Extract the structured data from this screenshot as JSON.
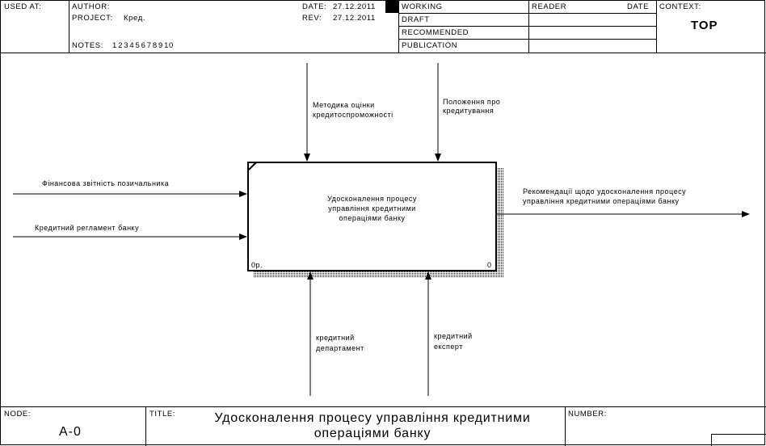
{
  "header": {
    "used_at_label": "USED AT:",
    "author_label": "AUTHOR:",
    "project_label": "PROJECT:",
    "project_value": "Кред.",
    "notes_label": "NOTES:",
    "notes_numbers": "1  2  3  4  5  6  7  8  9  10",
    "date_label": "DATE:",
    "date_value": "27.12.2011",
    "rev_label": "REV:",
    "rev_value": "27.12.2011",
    "status": [
      "WORKING",
      "DRAFT",
      "RECOMMENDED",
      "PUBLICATION"
    ],
    "reader_label": "READER",
    "reader_date_label": "DATE",
    "context_label": "CONTEXT:",
    "context_value": "TOP"
  },
  "activity": {
    "name_lines": [
      "Удосконалення процесу",
      "управління кредитними",
      "операціями банку"
    ],
    "cost": "0р.",
    "number": "0"
  },
  "arrows": {
    "inputs": [
      "Фінансова звітність позичальника",
      "Кредитний регламент банку"
    ],
    "controls": [
      [
        "Методика оцінки",
        "кредитоспроможності"
      ],
      [
        "Положення про",
        "кредитування"
      ]
    ],
    "output": [
      "Рекомендації щодо удосконалення процесу",
      "управління кредитними операціями банку"
    ],
    "mechanisms": [
      [
        "кредитний",
        "департамент"
      ],
      [
        "кредитний",
        "експерт"
      ]
    ]
  },
  "footer": {
    "node_label": "NODE:",
    "node_value": "A-0",
    "title_label": "TITLE:",
    "title_lines": [
      "Удосконалення процесу  управління кредитними",
      "операціями банку"
    ],
    "number_label": "NUMBER:"
  }
}
